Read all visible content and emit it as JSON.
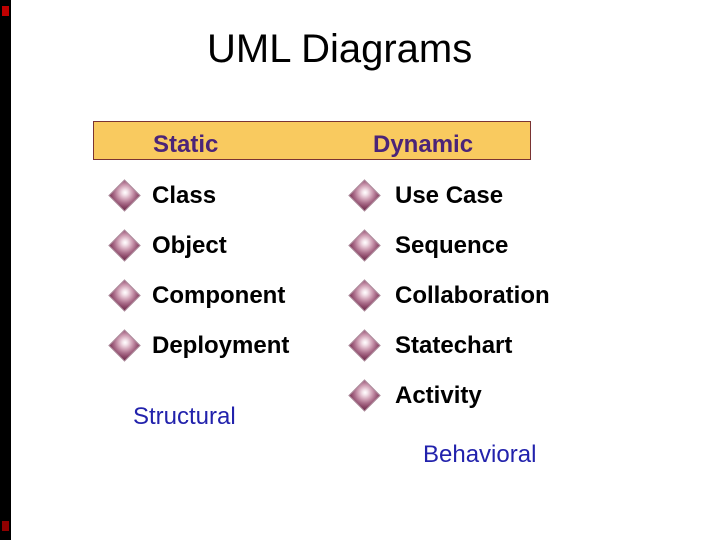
{
  "slide_title": "UML Diagrams",
  "table_header": {
    "static_label": "Static",
    "dynamic_label": "Dynamic",
    "bg_color": "#f9ca5f",
    "border_color": "#7a3333",
    "text_color": "#4b2478"
  },
  "static_column": {
    "items": [
      "Class",
      "Object",
      "Component",
      "Deployment"
    ],
    "footer_label": "Structural"
  },
  "dynamic_column": {
    "items": [
      "Use Case",
      "Sequence",
      "Collaboration",
      "Statechart",
      "Activity"
    ],
    "footer_label": "Behavioral"
  },
  "footer_text_color": "#2222ac",
  "bullet_icon": "diamond-bullet",
  "bullet_colors": {
    "edge": "#6d2c4c",
    "mid": "#aa6d8a",
    "center": "#ffffff"
  },
  "edge_strip": {
    "color": "#000000",
    "top_marker_color": "#c00000",
    "bottom_marker_color": "#8f0000"
  }
}
